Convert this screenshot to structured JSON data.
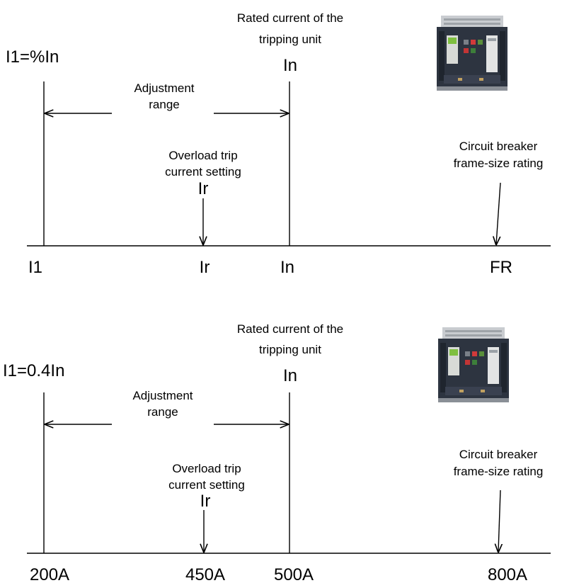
{
  "panels": [
    {
      "rated_label_line1": "Rated current of the",
      "rated_label_line2": "tripping unit",
      "rated_symbol": "In",
      "i1_label": "I1=%In",
      "adjust_line1": "Adjustment",
      "adjust_line2": "range",
      "overload_line1": "Overload trip",
      "overload_line2": "current setting",
      "overload_symbol": "Ir",
      "frame_line1": "Circuit breaker",
      "frame_line2": "frame-size rating",
      "axis_labels": [
        "I1",
        "Ir",
        "In",
        "FR"
      ]
    },
    {
      "rated_label_line1": "Rated current of the",
      "rated_label_line2": "tripping unit",
      "rated_symbol": "In",
      "i1_label": "I1=0.4In",
      "adjust_line1": "Adjustment",
      "adjust_line2": "range",
      "overload_line1": "Overload trip",
      "overload_line2": "current setting",
      "overload_symbol": "Ir",
      "frame_line1": "Circuit breaker",
      "frame_line2": "frame-size rating",
      "axis_labels": [
        "200A",
        "450A",
        "500A",
        "800A"
      ]
    }
  ],
  "icons": {
    "breaker": "circuit-breaker-icon"
  }
}
